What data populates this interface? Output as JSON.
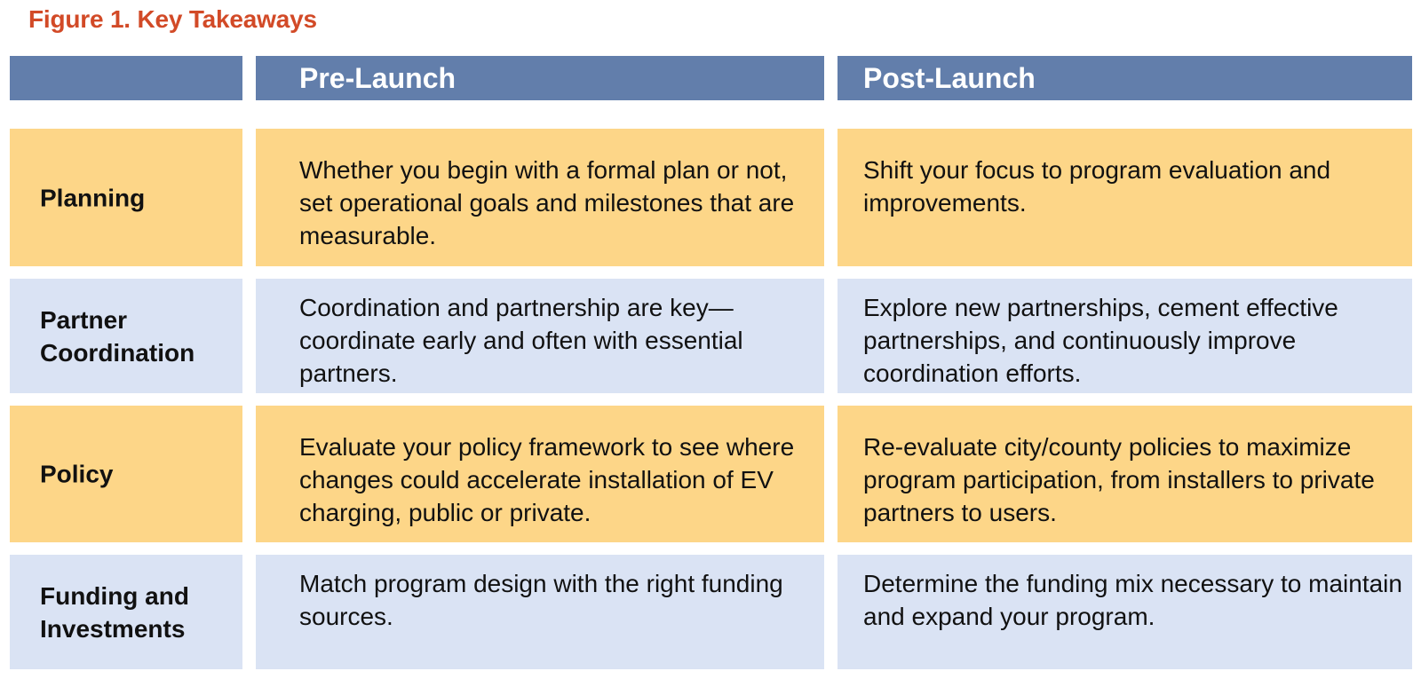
{
  "figure_title": "Figure 1. Key Takeaways",
  "header": {
    "corner": "",
    "pre_launch": "Pre-Launch",
    "post_launch": "Post-Launch"
  },
  "rows": [
    {
      "label": "Planning",
      "pre": "Whether you begin with a formal plan or not, set operational goals and milestones that are measurable.",
      "post": "Shift your focus to program evaluation and improvements."
    },
    {
      "label": "Partner Coordination",
      "pre": "Coordination and partnership are key—coordinate early and often with essential partners.",
      "post": "Explore new partnerships, cement effective partnerships, and continuously improve coordination efforts."
    },
    {
      "label": "Policy",
      "pre": "Evaluate your policy framework to see where changes could accelerate installation of EV charging, public or private.",
      "post": "Re-evaluate city/county policies to maximize program participation, from installers to private partners to users."
    },
    {
      "label": "Funding and Investments",
      "pre": "Match program design with the right funding sources.",
      "post": "Determine the funding mix necessary to maintain and expand your program."
    }
  ],
  "colors": {
    "title": "#d24a27",
    "header_bg": "#627eab",
    "row_yellow": "#fdd688",
    "row_blue": "#dae3f4"
  }
}
